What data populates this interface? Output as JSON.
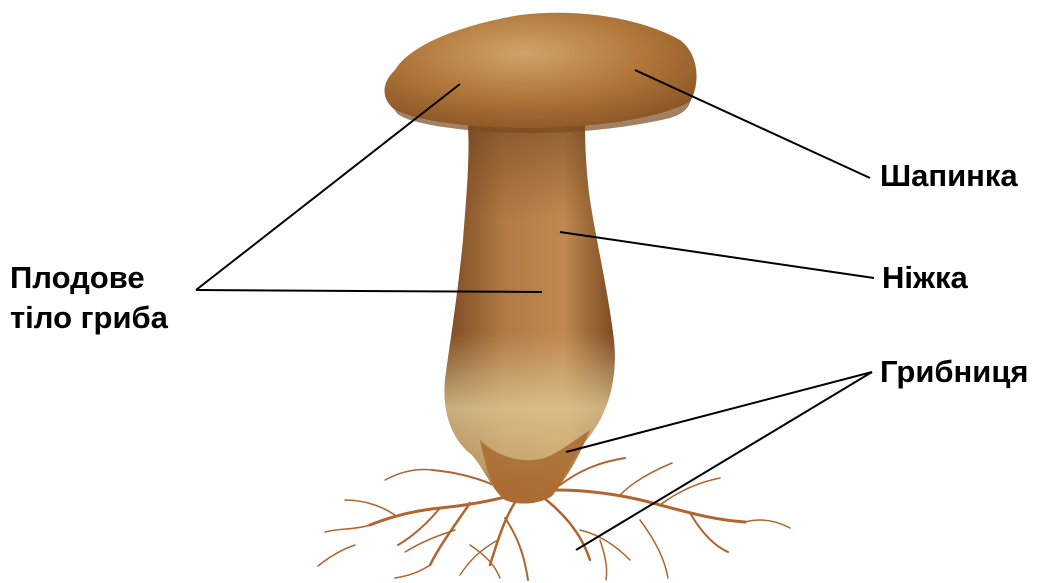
{
  "labels": {
    "cap": "Шапинка",
    "stem": "Ніжка",
    "mycelium": "Грибниця",
    "fruit_body_line1": "Плодове",
    "fruit_body_line2": "тіло гриба"
  },
  "colors": {
    "cap": "#b0763a",
    "cap_dark": "#8a5424",
    "cap_light": "#cfa468",
    "stem": "#a8703f",
    "stem_dark": "#7a4a22",
    "stem_base": "#d9c28e",
    "mycelium": "#b0652f",
    "leader_line": "#000000"
  }
}
